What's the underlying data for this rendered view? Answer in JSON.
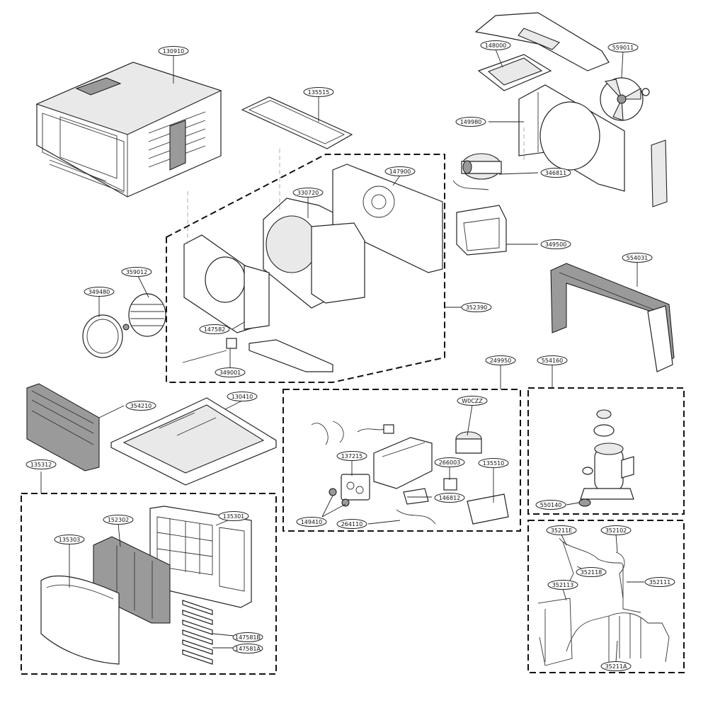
{
  "diagram": {
    "callouts": [
      {
        "id": "c-130910",
        "label": "130910"
      },
      {
        "id": "c-135515",
        "label": "135515"
      },
      {
        "id": "c-148000",
        "label": "148000"
      },
      {
        "id": "c-559011",
        "label": "559011"
      },
      {
        "id": "c-149980",
        "label": "149980"
      },
      {
        "id": "c-346811",
        "label": "346811"
      },
      {
        "id": "c-147900",
        "label": "147900"
      },
      {
        "id": "c-330720",
        "label": "330720"
      },
      {
        "id": "c-349500",
        "label": "349500"
      },
      {
        "id": "c-554031",
        "label": "554031"
      },
      {
        "id": "c-359012",
        "label": "359012"
      },
      {
        "id": "c-349480",
        "label": "349480"
      },
      {
        "id": "c-352390",
        "label": "352390"
      },
      {
        "id": "c-147582",
        "label": "147582"
      },
      {
        "id": "c-349001",
        "label": "349001"
      },
      {
        "id": "c-249950",
        "label": "249950"
      },
      {
        "id": "c-554160",
        "label": "554160"
      },
      {
        "id": "c-w0czz",
        "label": "W0CZZ"
      },
      {
        "id": "c-354210",
        "label": "354210"
      },
      {
        "id": "c-130410",
        "label": "130410"
      },
      {
        "id": "c-137215",
        "label": "137215"
      },
      {
        "id": "c-266003",
        "label": "266003"
      },
      {
        "id": "c-135510",
        "label": "135510"
      },
      {
        "id": "c-146812",
        "label": "146812"
      },
      {
        "id": "c-149410",
        "label": "149410"
      },
      {
        "id": "c-264110",
        "label": "264110"
      },
      {
        "id": "c-550140",
        "label": "550140"
      },
      {
        "id": "c-135312",
        "label": "135312"
      },
      {
        "id": "c-152302",
        "label": "152302"
      },
      {
        "id": "c-135301",
        "label": "135301"
      },
      {
        "id": "c-135303",
        "label": "135303"
      },
      {
        "id": "c-147581b",
        "label": "147581B"
      },
      {
        "id": "c-147581a",
        "label": "147581A"
      },
      {
        "id": "c-35211e",
        "label": "35211E"
      },
      {
        "id": "c-352102",
        "label": "352102"
      },
      {
        "id": "c-352118",
        "label": "352118"
      },
      {
        "id": "c-352111",
        "label": "352111"
      },
      {
        "id": "c-352113",
        "label": "352113"
      },
      {
        "id": "c-35211a",
        "label": "35211A"
      }
    ]
  }
}
